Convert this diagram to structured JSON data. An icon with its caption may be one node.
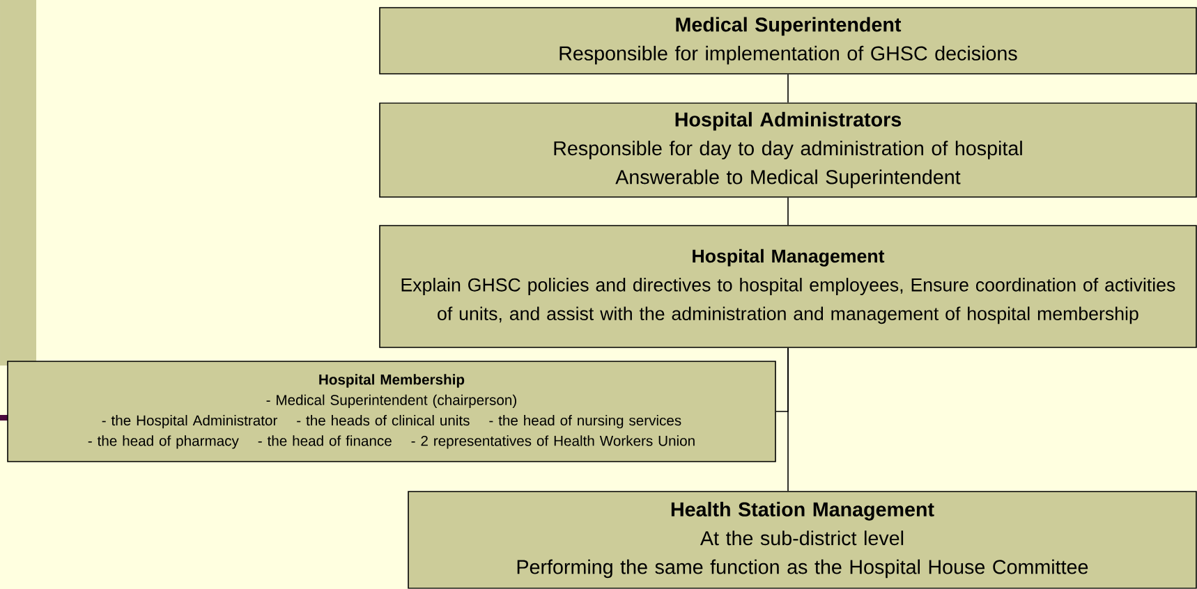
{
  "diagram": {
    "nodes": [
      {
        "text": [
          "Medical Superintendent",
          "Responsible for implementation of GHSC decisions"
        ]
      },
      {
        "text": [
          "Hospital Administrators",
          "Responsible for day to day administration of hospital",
          "Answerable to Medical Superintendent"
        ]
      },
      {
        "text": [
          "Hospital Management",
          "Explain GHSC policies and directives to hospital employees, Ensure coordination of activities of units, and assist with the administration and management of hospital membership"
        ]
      },
      {
        "text": [
          "Hospital Membership",
          "- Medical Superintendent (chairperson)",
          "- the Hospital Administrator",
          "- the heads of clinical units",
          "- the head of nursing services",
          "- the head of pharmacy",
          "- the head of finance",
          "- 2 representatives of Health Workers Union"
        ]
      },
      {
        "text": [
          "Health Station Management",
          "At the sub-district level",
          "Performing the same function as the Hospital House Committee"
        ]
      }
    ],
    "edges": [
      {
        "from": 0,
        "to": 1,
        "arrow": "none"
      },
      {
        "from": 1,
        "to": 2,
        "arrow": "none"
      },
      {
        "from": 2,
        "to": 3,
        "arrow": "none"
      },
      {
        "from": 2,
        "to": 4,
        "arrow": "none"
      }
    ]
  }
}
